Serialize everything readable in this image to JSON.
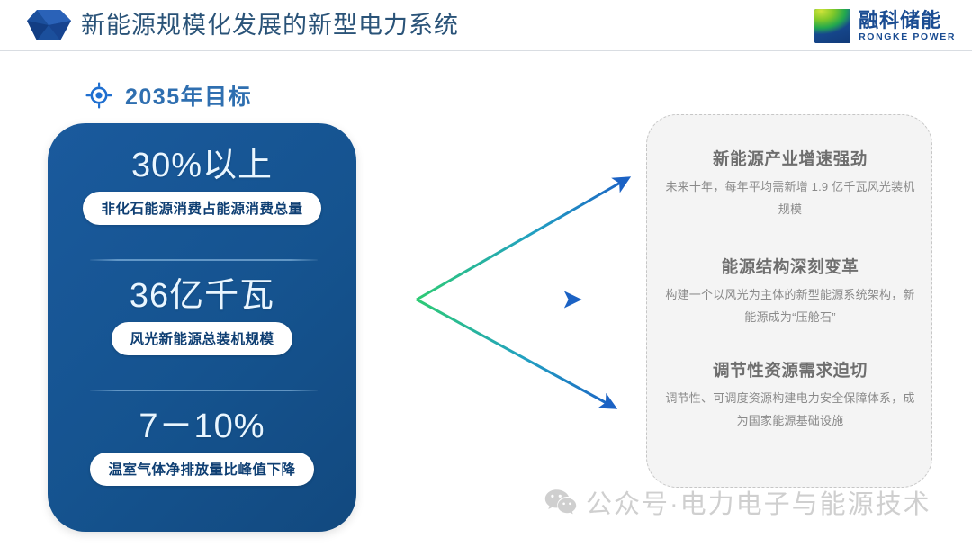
{
  "header": {
    "title": "新能源规模化发展的新型电力系统",
    "cube_icon": "cube-icon",
    "logo": {
      "cn": "融科储能",
      "en": "RONGKE POWER"
    }
  },
  "section": {
    "icon": "target-icon",
    "title": "2035年目标"
  },
  "goal_card": {
    "accent_color": "#15559a",
    "items": [
      {
        "value": "30%以上",
        "label": "非化石能源消费占能源消费总量"
      },
      {
        "value": "36亿千瓦",
        "label": "风光新能源总装机规模"
      },
      {
        "value": "7－10%",
        "label": "温室气体净排放量比峰值下降"
      }
    ]
  },
  "arrows": {
    "count": 3,
    "gradient_from": "#27c46a",
    "gradient_to": "#1b62c4"
  },
  "outcomes": {
    "items": [
      {
        "heading": "新能源产业增速强劲",
        "body": "未来十年，每年平均需新增 1.9 亿千瓦风光装机规模"
      },
      {
        "heading": "能源结构深刻变革",
        "body": "构建一个以风光为主体的新型能源系统架构，新能源成为“压舱石”"
      },
      {
        "heading": "调节性资源需求迫切",
        "body": "调节性、可调度资源构建电力安全保障体系，成为国家能源基础设施"
      }
    ]
  },
  "watermark": {
    "icon": "wechat-icon",
    "text": "公众号·电力电子与能源技术"
  }
}
